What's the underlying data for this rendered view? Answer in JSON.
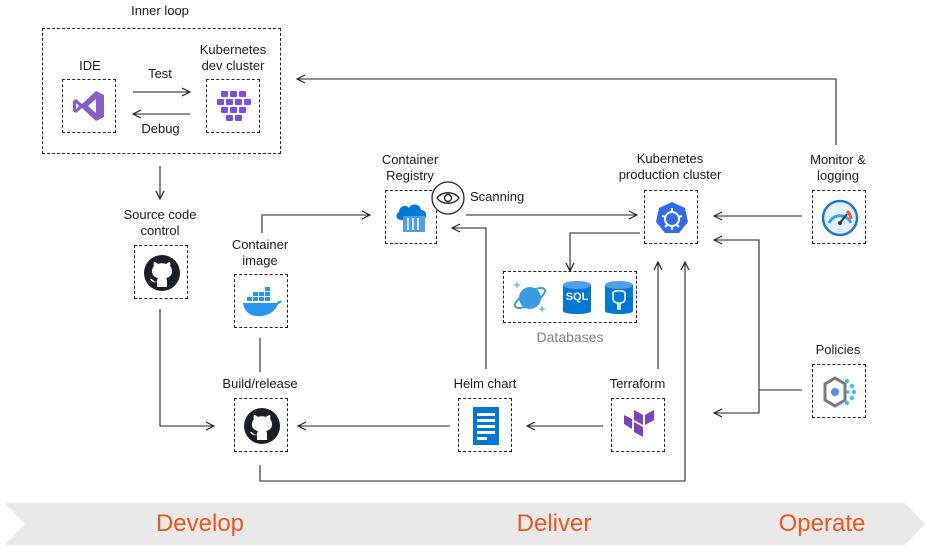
{
  "colors": {
    "accent": "#e8571f",
    "chevron": "#e9e9e9",
    "vs_purple": "#865fc5",
    "k8s_blue": "#326ce5",
    "azure_blue": "#0078d4",
    "terraform": "#7b42bc"
  },
  "inner_loop": {
    "title": "Inner loop",
    "ide": "IDE",
    "dev_cluster_line1": "Kubernetes",
    "dev_cluster_line2": "dev cluster",
    "test": "Test",
    "debug": "Debug"
  },
  "source_control": {
    "line1": "Source code",
    "line2": "control"
  },
  "container_image": {
    "line1": "Container",
    "line2": "image"
  },
  "build_release": "Build/release",
  "registry": {
    "line1": "Container",
    "line2": "Registry"
  },
  "scanning": "Scanning",
  "prod_cluster": {
    "line1": "Kubernetes",
    "line2": "production cluster"
  },
  "databases": {
    "label": "Databases",
    "sql": "SQL"
  },
  "helm": "Helm chart",
  "terraform": "Terraform",
  "monitor": {
    "line1": "Monitor &",
    "line2": "logging"
  },
  "policies": "Policies",
  "phases": {
    "develop": "Develop",
    "deliver": "Deliver",
    "operate": "Operate"
  },
  "icons": [
    "visual-studio-icon",
    "kubernetes-pods-icon",
    "github-icon",
    "docker-icon",
    "container-registry-icon",
    "eye-icon",
    "kubernetes-icon",
    "cosmos-db-icon",
    "sql-icon",
    "postgresql-icon",
    "helm-chart-icon",
    "terraform-icon",
    "monitor-gauge-icon",
    "policy-icon"
  ]
}
